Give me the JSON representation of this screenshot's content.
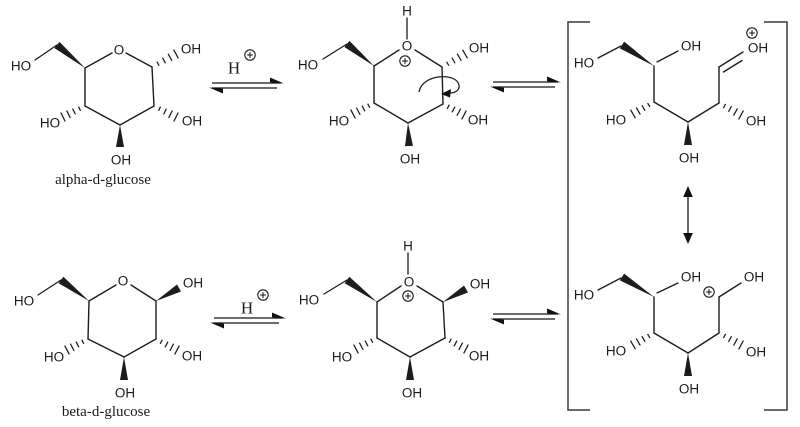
{
  "colors": {
    "ink": "#1c1c1c",
    "background": "#ffffff",
    "bracket": "#3a3a3a"
  },
  "atom_labels": {
    "ho": "HO",
    "oh": "OH",
    "ring_o": "O",
    "h": "H"
  },
  "molecule_names": {
    "alpha": "alpha-d-glucose",
    "beta": "beta-d-glucose"
  },
  "arrow_labels": {
    "proton": "H"
  },
  "icons": {
    "plus_charge": "circled-plus",
    "equilibrium_arrow": "double-half-harpoon",
    "resonance_arrow": "double-headed-vertical-arrow",
    "electron_flow": "curved-arrow",
    "resonance_brackets": "square-brackets"
  }
}
